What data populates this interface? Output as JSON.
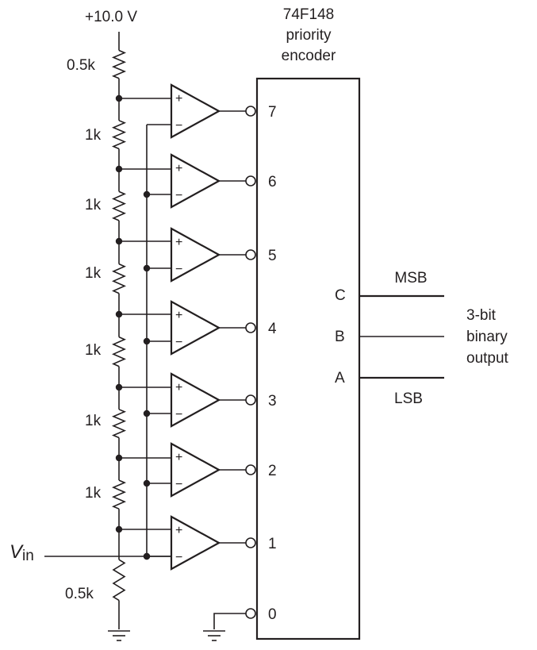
{
  "supply_label": "+10.0 V",
  "encoder": {
    "title_lines": [
      "74F148",
      "priority",
      "encoder"
    ],
    "pins": [
      "7",
      "6",
      "5",
      "4",
      "3",
      "2",
      "1",
      "0"
    ],
    "outputs": [
      "C",
      "B",
      "A"
    ]
  },
  "resistors": [
    "0.5k",
    "1k",
    "1k",
    "1k",
    "1k",
    "1k",
    "1k",
    "0.5k"
  ],
  "comparator": {
    "plus": "+",
    "minus": "−"
  },
  "input_label": {
    "main": "V",
    "sub": "in"
  },
  "output_labels": {
    "msb": "MSB",
    "lsb": "LSB",
    "description_lines": [
      "3-bit",
      "binary",
      "output"
    ]
  }
}
